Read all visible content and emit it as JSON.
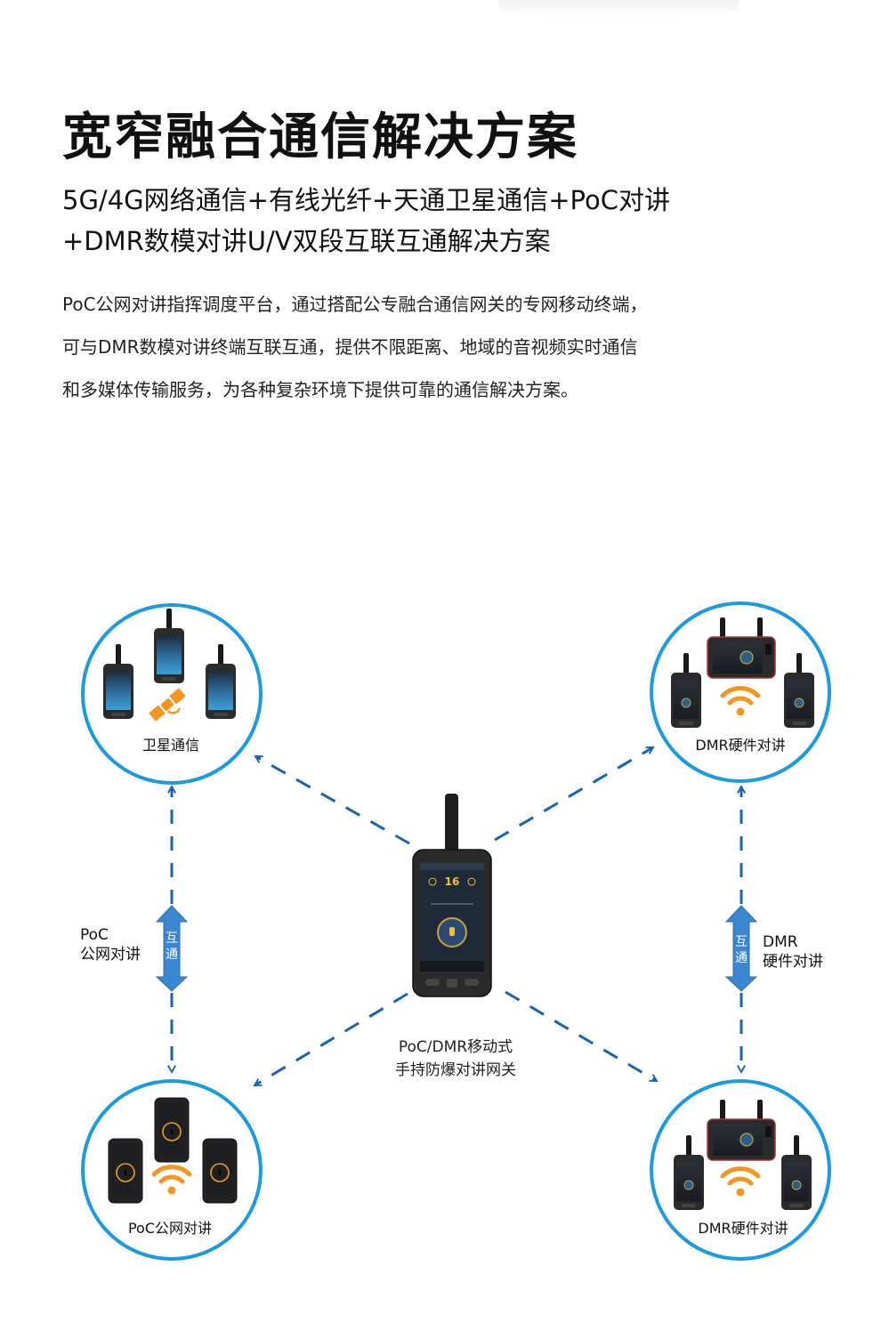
{
  "header": {
    "title": "宽窄融合通信解决方案",
    "subtitle_line1": "5G/4G网络通信+有线光纤+天通卫星通信+PoC对讲",
    "subtitle_line2": "+DMR数模对讲U/V双段互联互通解决方案"
  },
  "description": {
    "line1": "PoC公网对讲指挥调度平台，通过搭配公专融合通信网关的专网移动终端，",
    "line2": "可与DMR数模对讲终端互联互通，提供不限距离、地域的音视频实时通信",
    "line3": "和多媒体传输服务，为各种复杂环境下提供可靠的通信解决方案。"
  },
  "colors": {
    "circle": "#1a9ae0",
    "arrow": "#1565b5",
    "double_arrow": "#3a86d0",
    "wifi": "#f7941d",
    "device_body": "#2b2b2b"
  },
  "diagram": {
    "center": {
      "label_line1": "PoC/DMR移动式",
      "label_line2": "手持防爆对讲网关",
      "screen_channel": "16",
      "icon": "rugged-handheld-gateway-icon"
    },
    "nodes": {
      "satellite": {
        "label": "卫星通信",
        "icon": "satellite-icon"
      },
      "dmr_top": {
        "label": "DMR硬件对讲",
        "icon": "wifi-icon"
      },
      "poc": {
        "label": "PoC公网对讲",
        "icon": "wifi-icon"
      },
      "dmr_bottom": {
        "label": "DMR硬件对讲",
        "icon": "wifi-icon"
      }
    },
    "left_link": {
      "label_line1": "PoC",
      "label_line2": "公网对讲",
      "arrow_text": "互通"
    },
    "right_link": {
      "label_line1": "DMR",
      "label_line2": "硬件对讲",
      "arrow_text": "互通"
    }
  }
}
